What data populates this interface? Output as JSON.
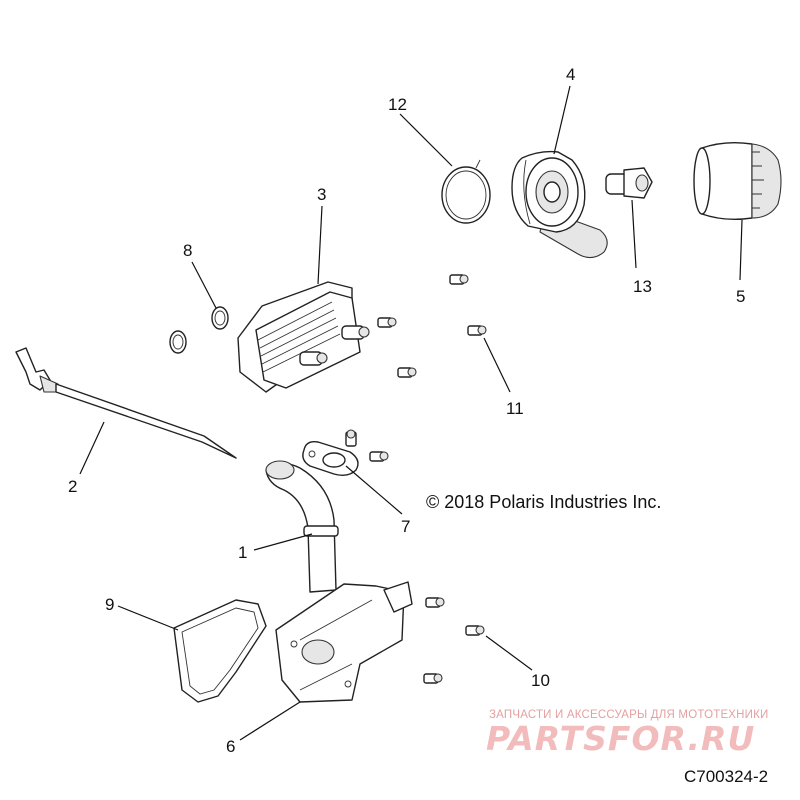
{
  "callouts": {
    "c1": "1",
    "c2": "2",
    "c3": "3",
    "c4": "4",
    "c5": "5",
    "c6": "6",
    "c7": "7",
    "c8": "8",
    "c9": "9",
    "c10": "10",
    "c11": "11",
    "c12": "12",
    "c13": "13"
  },
  "copyright": "© 2018 Polaris Industries Inc.",
  "figure_id": "C700324-2",
  "watermark": {
    "tagline": "ЗАПЧАСТИ И АКСЕССУАРЫ ДЛЯ МОТОТЕХНИКИ",
    "brand": "PARTSFOR.RU"
  },
  "colors": {
    "line": "#222222",
    "watermark": "#f2bcbc"
  }
}
